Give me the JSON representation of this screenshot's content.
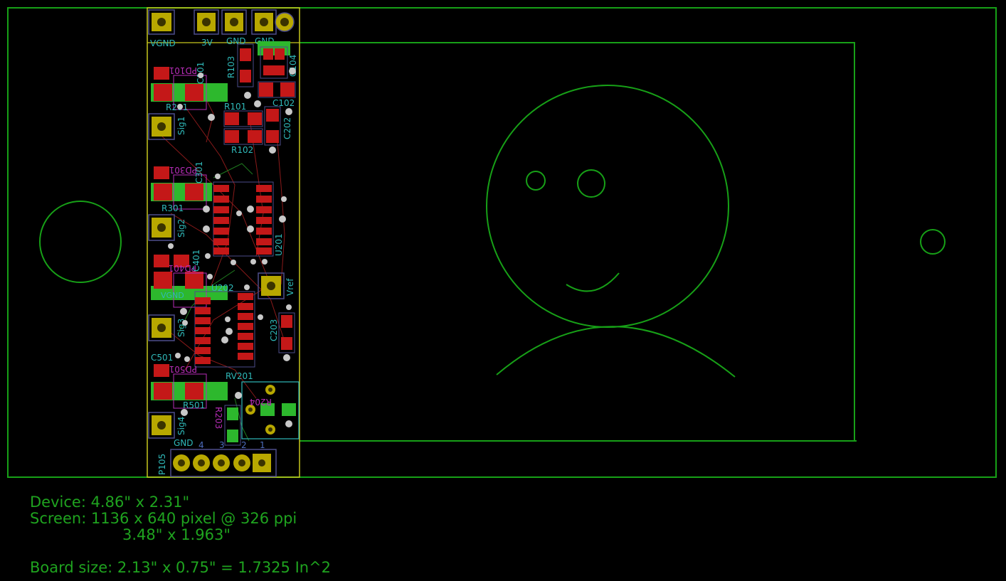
{
  "colors": {
    "background": "#000000",
    "outline": "#17a017",
    "board_edge": "#c8c81e",
    "pad": "#c41818",
    "pad_outline": "#4d4d8a",
    "copper_fill": "#2db82d",
    "gold_pad": "#b8a800",
    "silk_cyan": "#2fb9b9",
    "silk_magenta": "#b82db8",
    "via": "#c8c8c8"
  },
  "top_connectors": [
    "VGND",
    "3V",
    "GND",
    "GND"
  ],
  "labels": {
    "sig": [
      "Sig1",
      "Sig2",
      "Sig3",
      "Sig4"
    ],
    "r101": "R101",
    "r102": "R102",
    "r103": "R103",
    "r201": "R201",
    "r301": "R301",
    "r501": "R501",
    "c102": "C102",
    "c202": "C202",
    "c203": "C203",
    "c301": "C301",
    "c501": "C501",
    "u201": "U201",
    "u202": "U202",
    "rv201": "RV201",
    "vref": "Vref",
    "p105": "P105",
    "gnd_pin": "GND",
    "pin_numbers": [
      "4",
      "3",
      "2",
      "1"
    ],
    "r204": "R204",
    "r203": "R203",
    "c104": "C104",
    "pd401": "PD401",
    "c401": "C401",
    "vgd": "VGND"
  },
  "notes": {
    "device": "Device: 4.86\" x 2.31\"",
    "screen": "Screen: 1136 x 640 pixel @ 326 ppi",
    "screen_size": "3.48\" x 1.963\"",
    "board_size": "Board size: 2.13\" x 0.75\" = 1.7325 In^2"
  }
}
